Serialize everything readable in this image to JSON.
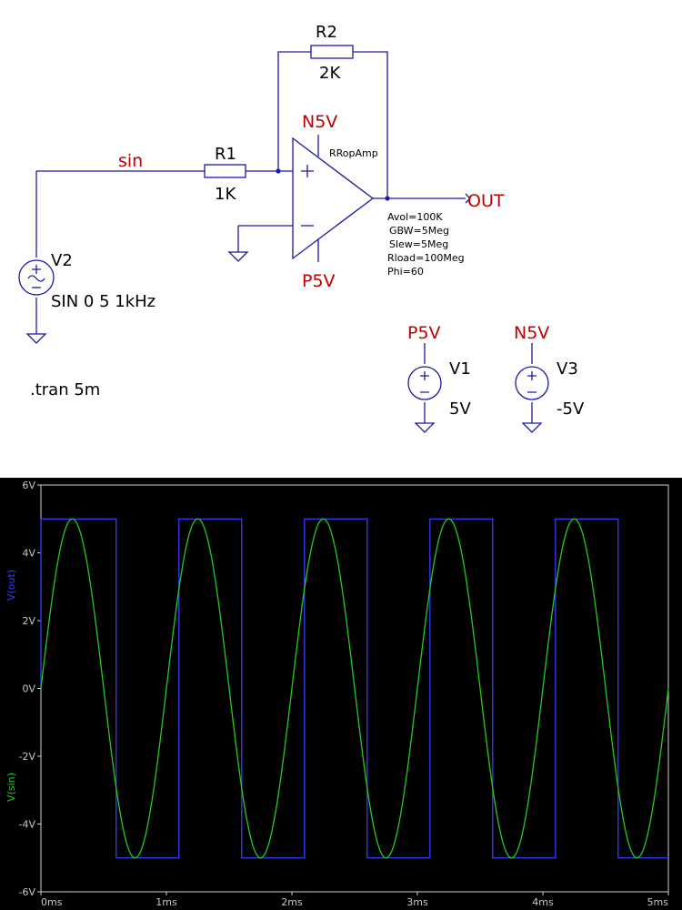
{
  "schematic": {
    "r1": {
      "name": "R1",
      "value": "1K"
    },
    "r2": {
      "name": "R2",
      "value": "2K"
    },
    "v1": {
      "name": "V1",
      "value": "5V",
      "net": "P5V"
    },
    "v2": {
      "name": "V2",
      "value": "SIN 0 5 1kHz"
    },
    "v3": {
      "name": "V3",
      "value": "-5V",
      "net": "N5V"
    },
    "opamp": {
      "model": "RRopAmp",
      "top_net": "N5V",
      "bottom_net": "P5V",
      "params": [
        "Avol=100K",
        "GBW=5Meg",
        "Slew=5Meg",
        "Rload=100Meg",
        "Phi=60"
      ]
    },
    "net_sin": "sin",
    "net_out": "OUT",
    "directive": ".tran 5m"
  },
  "chart_data": {
    "type": "line",
    "xlabel": "",
    "x_ticks": [
      "0ms",
      "1ms",
      "2ms",
      "3ms",
      "4ms",
      "5ms"
    ],
    "y_ticks": [
      "6V",
      "4V",
      "2V",
      "0V",
      "-2V",
      "-4V",
      "-6V"
    ],
    "xlim": [
      0,
      5
    ],
    "ylim": [
      -6,
      6
    ],
    "x_unit": "ms",
    "grid": false,
    "series": [
      {
        "name": "V(out)",
        "color": "#3a3aff",
        "kind": "square",
        "x": [
          0,
          0.0,
          0.6,
          0.6,
          1.1,
          1.1,
          1.6,
          1.6,
          2.1,
          2.1,
          2.6,
          2.6,
          3.1,
          3.1,
          3.6,
          3.6,
          4.1,
          4.1,
          4.6,
          4.6,
          5.0
        ],
        "values": [
          0,
          5,
          5,
          -5,
          -5,
          5,
          5,
          -5,
          -5,
          5,
          5,
          -5,
          -5,
          5,
          5,
          -5,
          -5,
          5,
          5,
          -5,
          -5
        ]
      },
      {
        "name": "V(sin)",
        "color": "#22cc22",
        "kind": "sine",
        "amplitude": 5,
        "frequency_khz": 1
      }
    ]
  }
}
